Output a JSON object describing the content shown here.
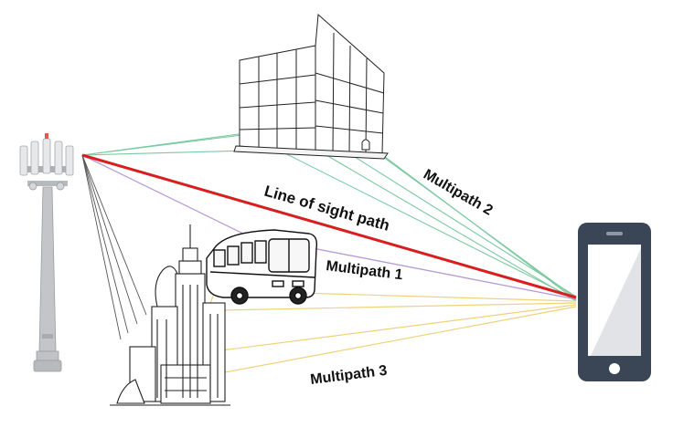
{
  "labels": {
    "line_of_sight": "Line of sight path",
    "multipath_1": "Multipath 1",
    "multipath_2": "Multipath 2",
    "multipath_3": "Multipath 3"
  },
  "colors": {
    "line_of_sight": "#d81e1e",
    "multipath_1": "#b99ad6",
    "multipath_2": "#7cc9a0",
    "multipath_3": "#efd27a",
    "ground_reflection": "#555555",
    "phone_body": "#3a4656",
    "phone_screen": "#ffffff",
    "phone_glare": "#e2e3e6",
    "tower": "#bdbfc2"
  },
  "icons": {
    "transmitter": "cell-tower-icon",
    "office": "office-building-icon",
    "bus": "bus-icon",
    "city": "city-buildings-icon",
    "receiver": "smartphone-icon"
  }
}
